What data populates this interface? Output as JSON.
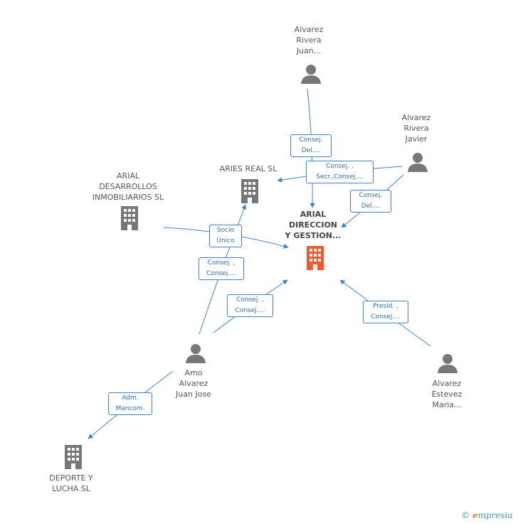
{
  "colors": {
    "edge": "#3d7fd4",
    "person": "#777777",
    "company": "#777777",
    "main_company": "#f15a2b"
  },
  "nodes": {
    "arial_direccion": {
      "label": "ARIAL\nDIRECCION\nY GESTION...",
      "icon": "building-icon-highlighted"
    },
    "aries_real": {
      "label": "ARIES REAL SL",
      "icon": "building-icon"
    },
    "arial_desarrollos": {
      "label": "ARIAL\nDESARROLLOS\nINMOBILIARIOS SL",
      "icon": "building-icon"
    },
    "deporte_lucha": {
      "label": "DEPORTE Y\nLUCHA SL",
      "icon": "building-icon"
    },
    "alvarez_rivera_juan": {
      "label": "Alvarez\nRivera\nJuan...",
      "icon": "person-icon"
    },
    "alvarez_rivera_javier": {
      "label": "Alvarez\nRivera\nJavier",
      "icon": "person-icon"
    },
    "amo_alvarez": {
      "label": "Amo\nAlvarez\nJuan Jose",
      "icon": "person-icon"
    },
    "alvarez_estevez": {
      "label": "Alvarez\nEstevez\nMaria...",
      "icon": "person-icon"
    }
  },
  "edges": {
    "juan_main": "Consej.\nDel....",
    "javier_aries": "Consej. ,\nSecr.,Consej....",
    "javier_main": "Consej.\nDel....",
    "desarrollos_main": "Socio\nÚnico",
    "amo_aries": "Consej. ,\nConsej....",
    "amo_main": "Consej. ,\nConsej....",
    "estevez_main": "Presid. ,\nConsej....",
    "amo_deporte": "Adm.\nMancom."
  },
  "footer": {
    "copyright": "©",
    "brand_initial": "e",
    "brand_rest": "mpresia"
  }
}
